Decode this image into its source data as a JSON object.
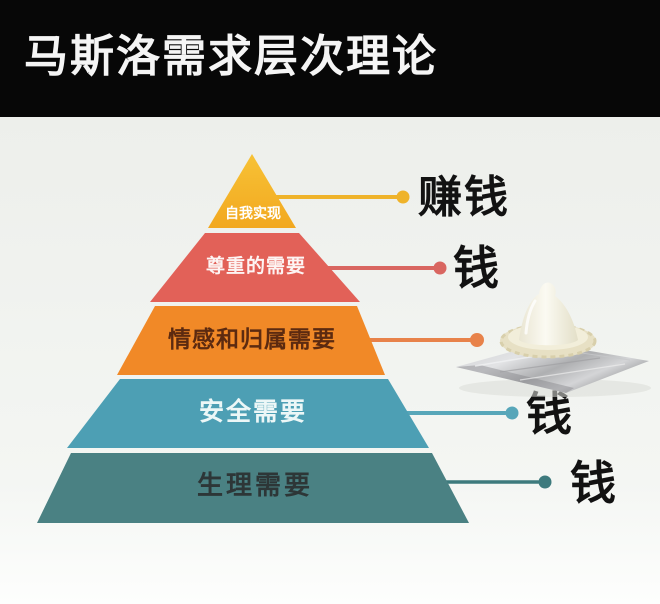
{
  "header": {
    "title": "马斯洛需求层次理论"
  },
  "diagram": {
    "type": "pyramid",
    "title": "马斯洛需求层次理论",
    "background_color": "#f0f1ee",
    "header_color": "#070707",
    "levels": [
      {
        "rank": 1,
        "label": "自我实现",
        "annotation": "赚钱",
        "color": "#f4b226",
        "line_color": "#efb32a",
        "text_color": "#ffffff"
      },
      {
        "rank": 2,
        "label": "尊重的需要",
        "annotation": "钱",
        "color": "#e26158",
        "line_color": "#d96660",
        "text_color": "#fdf4f3"
      },
      {
        "rank": 3,
        "label": "情感和归属需要",
        "annotation": "",
        "annotation_icon": "condom-on-foil-wrapper-photo",
        "color": "#f18927",
        "line_color": "#e8824a",
        "text_color": "#5c2a10"
      },
      {
        "rank": 4,
        "label": "安全需要",
        "annotation": "钱",
        "color": "#4d9fb4",
        "line_color": "#57a6b9",
        "text_color": "#ecf7f7"
      },
      {
        "rank": 5,
        "label": "生理需要",
        "annotation": "钱",
        "color": "#4a8183",
        "line_color": "#3d7a7d",
        "text_color": "#2d3637"
      }
    ]
  }
}
